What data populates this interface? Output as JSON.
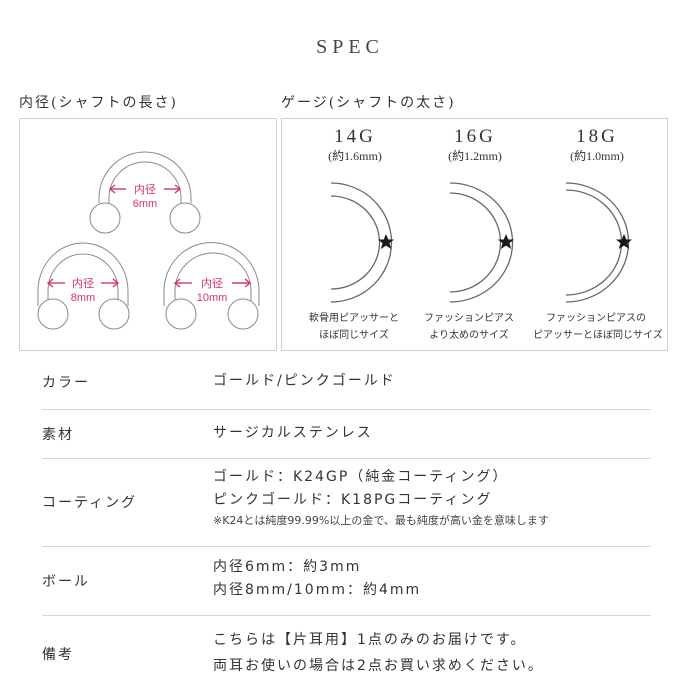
{
  "page": {
    "title": "SPEC"
  },
  "inner_diameter": {
    "heading": "内径(シャフトの長さ)",
    "items": [
      {
        "label": "内径",
        "size": "6mm"
      },
      {
        "label": "内径",
        "size": "8mm"
      },
      {
        "label": "内径",
        "size": "10mm"
      }
    ],
    "accent_color": "#d4346f"
  },
  "gauge": {
    "heading": "ゲージ(シャフトの太さ)",
    "items": [
      {
        "name": "14G",
        "mm": "(約1.6mm)",
        "desc_line1": "軟骨用ピアッサーと",
        "desc_line2": "ほぼ同じサイズ"
      },
      {
        "name": "16G",
        "mm": "(約1.2mm)",
        "desc_line1": "ファッションピアス",
        "desc_line2": "より太めのサイズ"
      },
      {
        "name": "18G",
        "mm": "(約1.0mm)",
        "desc_line1": "ファッションピアスの",
        "desc_line2": "ピアッサーとほぼ同じサイズ"
      }
    ],
    "marker_icon": "star-icon"
  },
  "spec_table": {
    "rows": [
      {
        "label": "カラー",
        "lines": [
          "ゴールド/ピンクゴールド"
        ]
      },
      {
        "label": "素材",
        "lines": [
          "サージカルステンレス"
        ]
      },
      {
        "label": "コーティング",
        "lines": [
          "ゴールド：K24GP（純金コーティング）",
          "ピンクゴールド：K18PGコーティング"
        ],
        "note": "※K24とは純度99.99%以上の金で、最も純度が高い金を意味します"
      },
      {
        "label": "ボール",
        "lines": [
          "内径6mm：約3mm",
          "内径8mm/10mm：約4mm"
        ]
      },
      {
        "label": "備考",
        "lines": [
          "こちらは【片耳用】1点のみのお届けです。",
          "両耳お使いの場合は2点お買い求めください。"
        ]
      }
    ]
  }
}
